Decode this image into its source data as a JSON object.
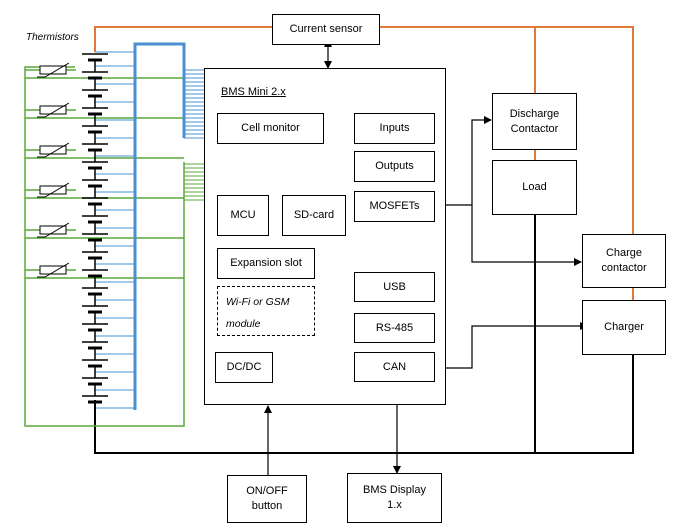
{
  "thermistors_label": "Thermistors",
  "current_sensor": "Current sensor",
  "bms": {
    "title": "BMS Mini 2.x",
    "cell_monitor": "Cell monitor",
    "inputs": "Inputs",
    "outputs": "Outputs",
    "mcu": "MCU",
    "sd_card": "SD-card",
    "mosfets": "MOSFETs",
    "expansion_slot": "Expansion slot",
    "wifi_line1": "Wi-Fi or GSM",
    "wifi_line2": "module",
    "usb": "USB",
    "rs485": "RS-485",
    "dcdc": "DC/DC",
    "can": "CAN"
  },
  "discharge_contactor_line1": "Discharge",
  "discharge_contactor_line2": "Contactor",
  "load": "Load",
  "charge_contactor_line1": "Charge",
  "charge_contactor_line2": "contactor",
  "charger": "Charger",
  "onoff_line1": "ON/OFF",
  "onoff_line2": "button",
  "display_line1": "BMS Display",
  "display_line2": "1.x",
  "colors": {
    "power_line": "#e07a3a",
    "balance_bus": "#4a90d0",
    "thermistor_wire": "#5aa83a",
    "wire": "#000000"
  }
}
